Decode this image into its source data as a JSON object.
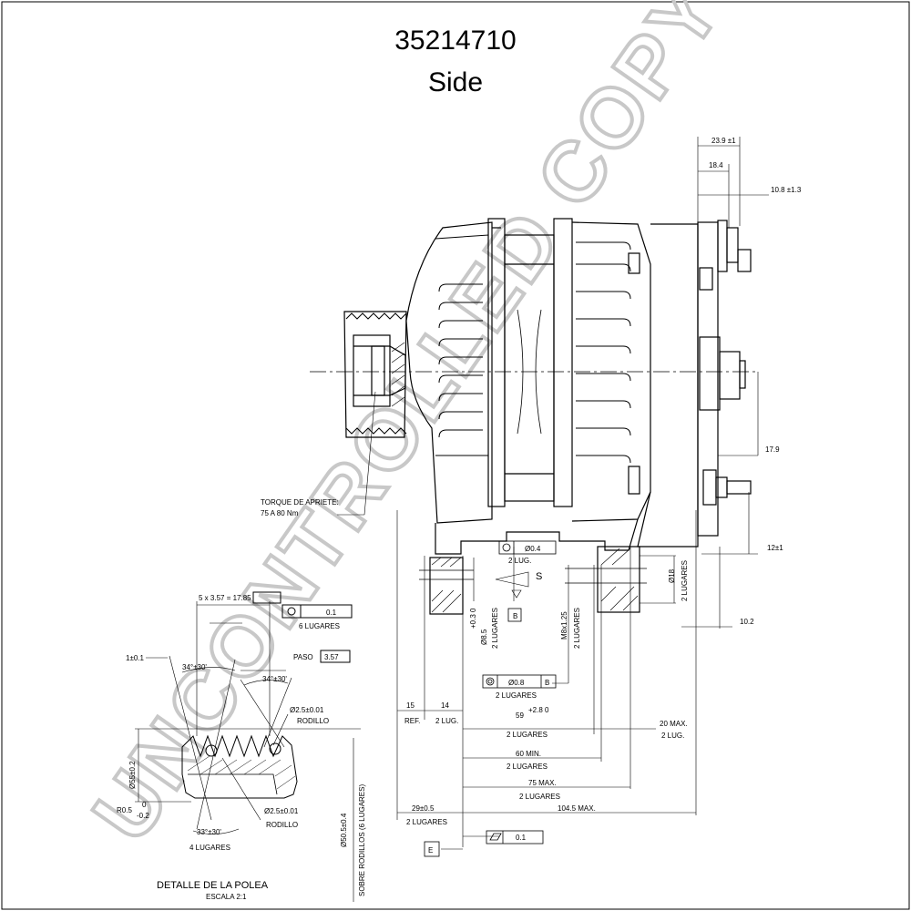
{
  "header": {
    "part_number": "35214710",
    "view": "Side"
  },
  "watermark": "UNCONTROLLED COPY",
  "annotations": {
    "torque_label": "TORQUE DE APRIETE:",
    "torque_value": "75 A 80 Nm",
    "pulley_detail_title": "DETALLE DE LA POLEA",
    "pulley_detail_scale": "ESCALA 2:1"
  },
  "dimensions": {
    "d_23_9": "23.9 ±1",
    "d_18_4": "18.4",
    "d_10_8": "10.8 ±1.3",
    "d_17_9": "17.9",
    "d_12": "12±1",
    "d_10_2": "10.2",
    "d_18_dia": "Ø18",
    "d_2_lugares_r": "2 LUGARES",
    "pos_8_4": "Ø0.4",
    "lug_2": "2 LUG.",
    "datum_s": "S",
    "datum_b": "B",
    "dia_8_5": "Ø8.5",
    "tol_8_5": "+0.3   0",
    "lugares_8_5": "2 LUGARES",
    "m8": "M8x1.25",
    "lugares_m8": "2 LUGARES",
    "conc_val": "Ø0.8",
    "conc_datum": "B",
    "lugares_conc": "2 LUGARES",
    "d_15": "15",
    "ref": "REF.",
    "d_14": "14",
    "lug_14": "2 LUG.",
    "d_59": "59",
    "tol_59": "+2.8   0",
    "lugares_59": "2 LUGARES",
    "d_20": "20 MAX.",
    "lug_20": "2 LUG.",
    "d_60": "60 MIN.",
    "lugares_60": "2 LUGARES",
    "d_75": "75 MAX.",
    "lugares_75": "2 LUGARES",
    "d_29": "29±0.5",
    "lugares_29": "2 LUGARES",
    "d_104": "104.5 MAX.",
    "datum_e": "E",
    "flat_val": "0.1"
  },
  "pulley_detail": {
    "pitch_count": "5 x 3.57 = 17.85",
    "pos_val": "0.1",
    "lugares_6": "6 LUGARES",
    "paso_label": "PASO",
    "paso_val": "3.57",
    "tol_1": "1±0.1",
    "ang_34a": "34°±30'",
    "ang_34b": "34°±30'",
    "roller_1": "Ø2.5±0.01",
    "rodillo_1": "RODILLO",
    "dia_55": "Ø55±0.2",
    "r_05": "R0.5",
    "r_05_tol": "0",
    "r_05_tol2": "-0.2",
    "roller_2": "Ø2.5±0.01",
    "rodillo_2": "RODILLO",
    "ang_33": "33°±30'",
    "lugares_4": "4 LUGARES",
    "over_rollers": "Ø50.5±0.4",
    "over_rollers_label": "SOBRE RODILLOS (6 LUGARES)"
  }
}
